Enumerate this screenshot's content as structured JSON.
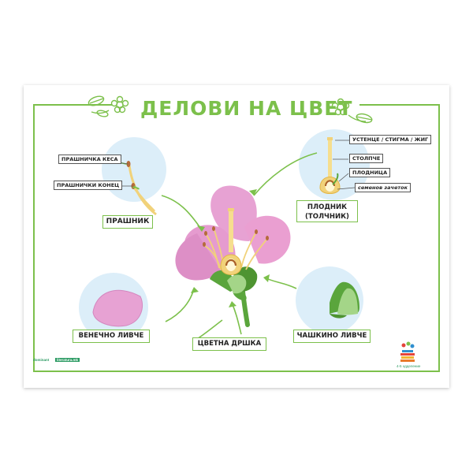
{
  "title": "ДЕЛОВИ НА ЦВЕТ",
  "labels": {
    "anther": "ПРАШНИК",
    "pistil_line1": "ПЛОДНИК",
    "pistil_line2": "(ТОЛЧНИК)",
    "petal": "ВЕНЕЧНО ЛИВЧЕ",
    "stalk": "ЦВЕТНА ДРШКА",
    "sepal": "ЧАШКИНО ЛИВЧЕ"
  },
  "parts": {
    "pollen_sac": "ПРАШНИЧКА КЕСА",
    "filament": "ПРАШНИЧКИ КОНЕЦ",
    "stigma": "УСТЕНЦЕ / СТИГМА / ЖИГ",
    "style": "СТОЛПЧЕ",
    "ovary": "ПЛОДНИЦА",
    "ovule": "семенов зачеток"
  },
  "publisher": {
    "logo_left": "dominant",
    "logo_right": "literatura.mk",
    "grade": "4-5 одделение"
  },
  "colors": {
    "green": "#7cc04b",
    "petal_pink": "#e7a2d3",
    "circle_blue": "#dceef9",
    "stem_green": "#5aa53c"
  }
}
